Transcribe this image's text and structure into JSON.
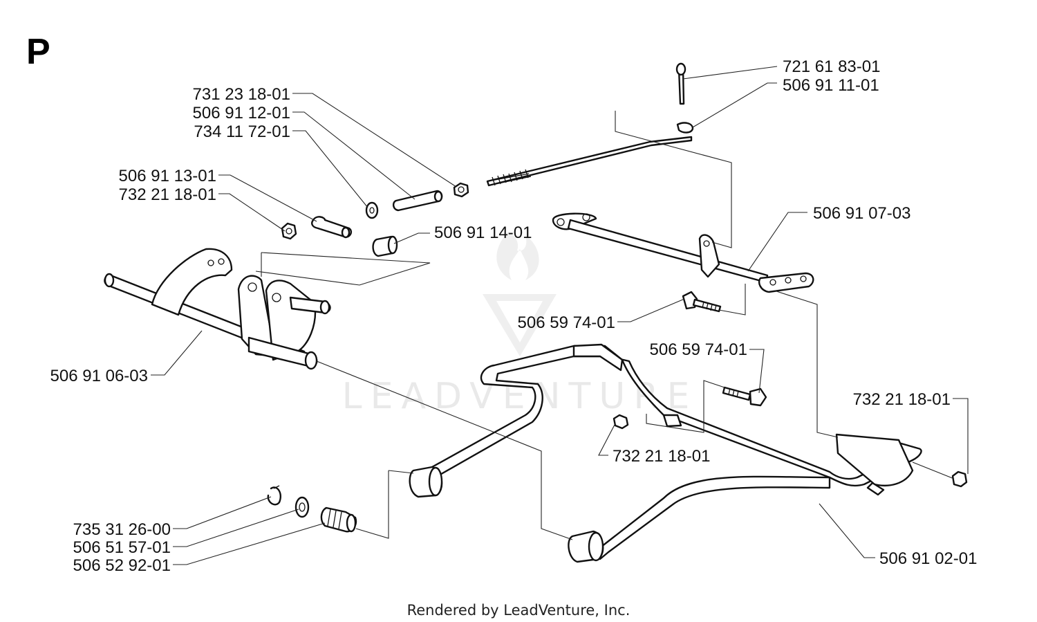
{
  "section_letter": "P",
  "watermark": "LEADVENTURE",
  "footer": "Rendered by LeadVenture, Inc.",
  "callouts": [
    {
      "id": "c1",
      "label": "721 61 83-01"
    },
    {
      "id": "c2",
      "label": "506 91 11-01"
    },
    {
      "id": "c3",
      "label": "731 23 18-01"
    },
    {
      "id": "c4",
      "label": "506 91 12-01"
    },
    {
      "id": "c5",
      "label": "734 11 72-01"
    },
    {
      "id": "c6",
      "label": "506 91 13-01"
    },
    {
      "id": "c7",
      "label": "732 21 18-01"
    },
    {
      "id": "c8",
      "label": "506 91 14-01"
    },
    {
      "id": "c9",
      "label": "506 91 07-03"
    },
    {
      "id": "c10",
      "label": "506 59 74-01"
    },
    {
      "id": "c11",
      "label": "506 59 74-01"
    },
    {
      "id": "c12",
      "label": "506 91 06-03"
    },
    {
      "id": "c13",
      "label": "732 21 18-01"
    },
    {
      "id": "c14",
      "label": "732 21 18-01"
    },
    {
      "id": "c15",
      "label": "735 31 26-00"
    },
    {
      "id": "c16",
      "label": "506 51 57-01"
    },
    {
      "id": "c17",
      "label": "506 52 92-01"
    },
    {
      "id": "c18",
      "label": "506 91 02-01"
    }
  ]
}
